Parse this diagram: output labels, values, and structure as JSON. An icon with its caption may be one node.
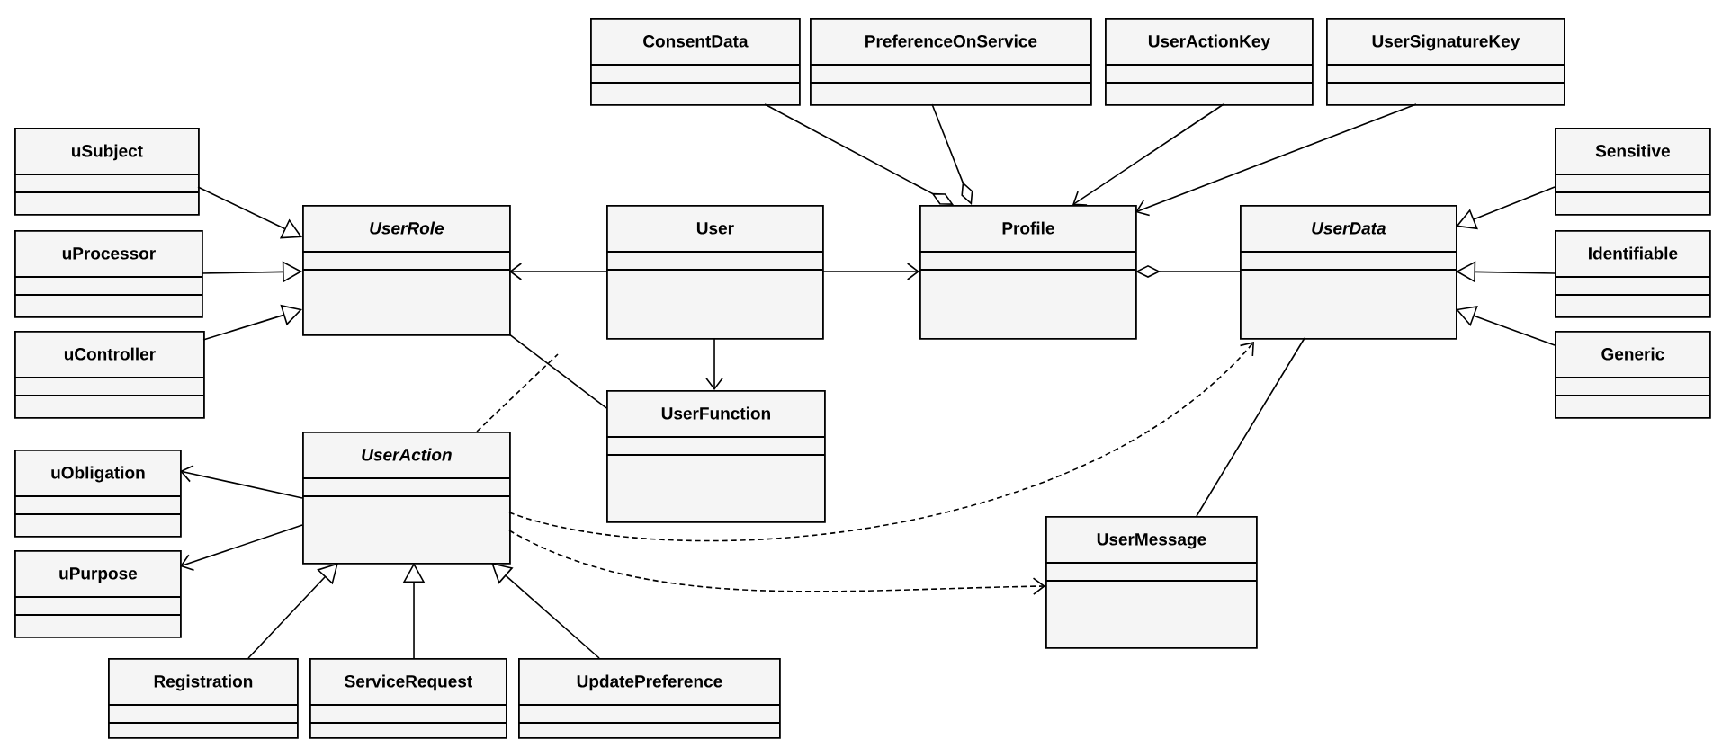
{
  "diagram": {
    "nodes": [
      {
        "text": [
          "ConsentData"
        ]
      },
      {
        "text": [
          "PreferenceOnService"
        ]
      },
      {
        "text": [
          "UserActionKey"
        ]
      },
      {
        "text": [
          "UserSignatureKey"
        ]
      },
      {
        "text": [
          "uSubject"
        ]
      },
      {
        "text": [
          "Sensitive"
        ]
      },
      {
        "text": [
          "uProcessor"
        ]
      },
      {
        "text": [
          "UserRole"
        ]
      },
      {
        "text": [
          "User"
        ]
      },
      {
        "text": [
          "Profile"
        ]
      },
      {
        "text": [
          "UserData"
        ]
      },
      {
        "text": [
          "Identifiable"
        ]
      },
      {
        "text": [
          "uController"
        ]
      },
      {
        "text": [
          "Generic"
        ]
      },
      {
        "text": [
          "UserFunction"
        ]
      },
      {
        "text": [
          "UserAction"
        ]
      },
      {
        "text": [
          "uObligation"
        ]
      },
      {
        "text": [
          "uPurpose"
        ]
      },
      {
        "text": [
          "UserMessage"
        ]
      },
      {
        "text": [
          "Registration"
        ]
      },
      {
        "text": [
          "ServiceRequest"
        ]
      },
      {
        "text": [
          "UpdatePreference"
        ]
      }
    ],
    "edges": [
      {
        "from": 0,
        "to": 9,
        "arrow": "other"
      },
      {
        "from": 1,
        "to": 9,
        "arrow": "other"
      },
      {
        "from": 2,
        "to": 9,
        "arrow": "to"
      },
      {
        "from": 3,
        "to": 9,
        "arrow": "to"
      },
      {
        "from": 4,
        "to": 7,
        "arrow": "to"
      },
      {
        "from": 6,
        "to": 7,
        "arrow": "to"
      },
      {
        "from": 12,
        "to": 7,
        "arrow": "to"
      },
      {
        "from": 8,
        "to": 7,
        "arrow": "to"
      },
      {
        "from": 8,
        "to": 9,
        "arrow": "to"
      },
      {
        "from": 8,
        "to": 14,
        "arrow": "to"
      },
      {
        "from": 7,
        "to": 14,
        "arrow": "none"
      },
      {
        "from": 15,
        "to": null,
        "arrow": "none",
        "style": "dashed"
      },
      {
        "from": 10,
        "to": 9,
        "arrow": "other"
      },
      {
        "from": 5,
        "to": 10,
        "arrow": "to"
      },
      {
        "from": 11,
        "to": 10,
        "arrow": "to"
      },
      {
        "from": 13,
        "to": 10,
        "arrow": "to"
      },
      {
        "from": 10,
        "to": 18,
        "arrow": "none"
      },
      {
        "from": 15,
        "to": 16,
        "arrow": "to"
      },
      {
        "from": 15,
        "to": 17,
        "arrow": "to"
      },
      {
        "from": 19,
        "to": 15,
        "arrow": "to"
      },
      {
        "from": 20,
        "to": 15,
        "arrow": "to"
      },
      {
        "from": 21,
        "to": 15,
        "arrow": "to"
      },
      {
        "from": 15,
        "to": 10,
        "arrow": "to",
        "style": "dashed"
      },
      {
        "from": 15,
        "to": 18,
        "arrow": "to",
        "style": "dashed"
      }
    ]
  }
}
